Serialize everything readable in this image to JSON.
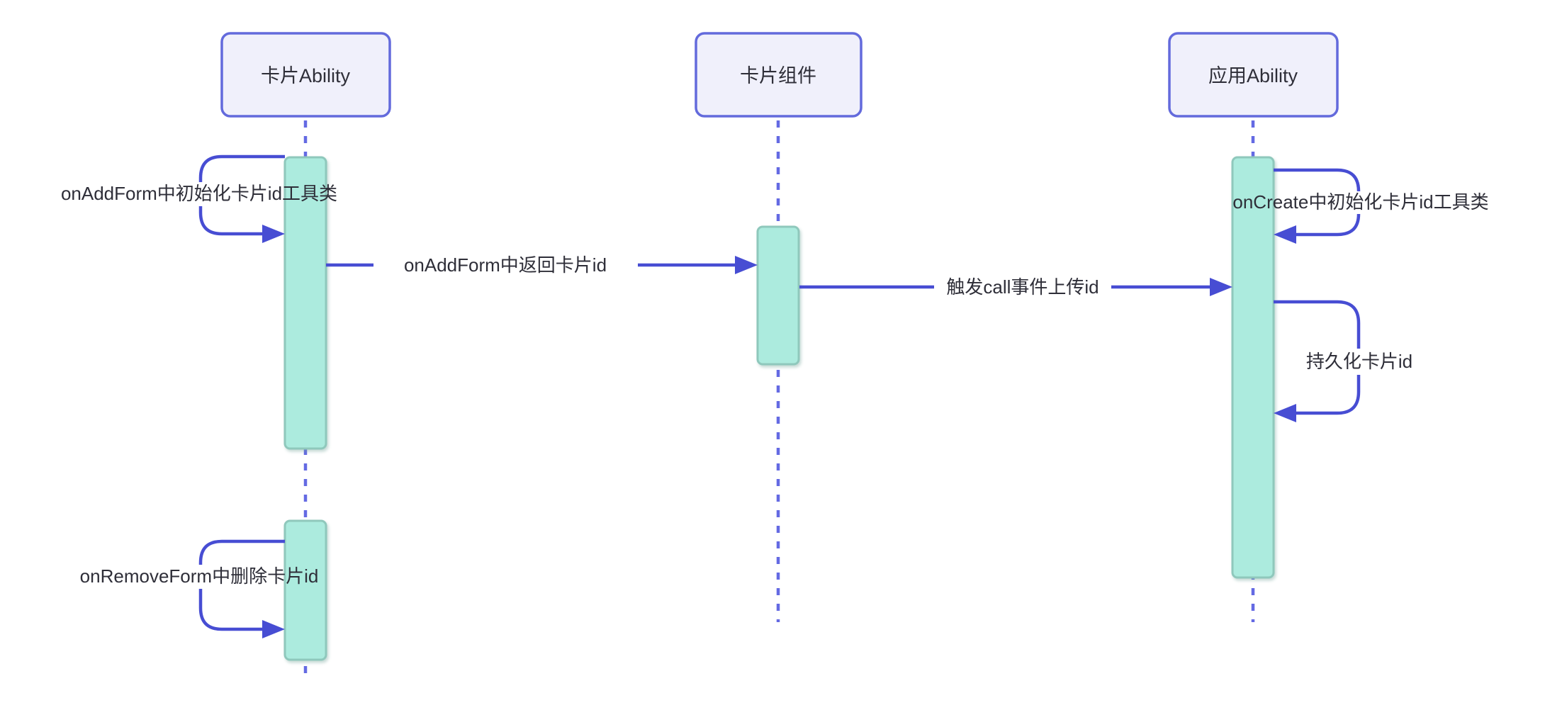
{
  "diagram": {
    "type": "sequence-diagram",
    "participants": [
      {
        "id": "card-ability",
        "label": "卡片Ability"
      },
      {
        "id": "card-widget",
        "label": "卡片组件"
      },
      {
        "id": "app-ability",
        "label": "应用Ability"
      }
    ],
    "messages": [
      {
        "from": "card-ability",
        "to": "card-ability",
        "kind": "self-loop",
        "label": "onAddForm中初始化卡片id工具类"
      },
      {
        "from": "app-ability",
        "to": "app-ability",
        "kind": "self-loop",
        "label": "onCreate中初始化卡片id工具类"
      },
      {
        "from": "card-ability",
        "to": "card-widget",
        "kind": "arrow",
        "label": "onAddForm中返回卡片id"
      },
      {
        "from": "card-widget",
        "to": "app-ability",
        "kind": "arrow",
        "label": "触发call事件上传id"
      },
      {
        "from": "app-ability",
        "to": "app-ability",
        "kind": "self-loop",
        "label": "持久化卡片id"
      },
      {
        "from": "card-ability",
        "to": "card-ability",
        "kind": "self-loop",
        "label": "onRemoveForm中删除卡片id"
      }
    ],
    "colors": {
      "background": "#FFFFFF",
      "actor_fill": "#F0F0FB",
      "actor_border": "#636ADC",
      "activation_fill": "#ACEBDE",
      "activation_border": "#8FC8BC",
      "message_line": "#474DD3",
      "lifeline": "#646AE3",
      "text": "#2E2E38"
    }
  }
}
